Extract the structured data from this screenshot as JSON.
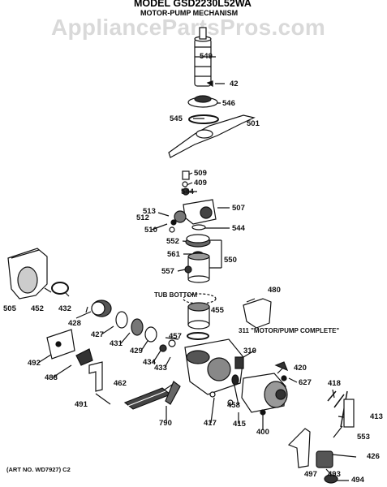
{
  "header": {
    "model": "MODEL GSD2230L52WA",
    "section": "MOTOR-PUMP MECHANISM"
  },
  "watermark": "AppliancePartsPros.com",
  "art_number": "(ART NO. WD7927) C2",
  "annotations": {
    "tub_bottom": "TUB BOTTOM",
    "motor_pump_complete": "311 \"MOTOR/PUMP COMPLETE\""
  },
  "callouts": {
    "p549": "549",
    "p42": "42",
    "p546": "546",
    "p545": "545",
    "p501": "501",
    "p509": "509",
    "p409": "409",
    "p544a": "544",
    "p507": "507",
    "p512": "512",
    "p513": "513",
    "p510": "510",
    "p544b": "544",
    "p552": "552",
    "p561": "561",
    "p550": "550",
    "p557": "557",
    "p505": "505",
    "p452": "452",
    "p432": "432",
    "p480": "480",
    "p455": "455",
    "p428": "428",
    "p427": "427",
    "p431": "431",
    "p429": "429",
    "p434": "434",
    "p457": "457",
    "p433": "433",
    "p492": "492",
    "p488": "488",
    "p310": "310",
    "p420": "420",
    "p627": "627",
    "p462": "462",
    "p491": "491",
    "p418": "418",
    "p413": "413",
    "p553": "553",
    "p790": "790",
    "p417": "417",
    "p415": "415",
    "p458": "458",
    "p400": "400",
    "p426": "426",
    "p497": "497",
    "p493": "493",
    "p494": "494"
  }
}
